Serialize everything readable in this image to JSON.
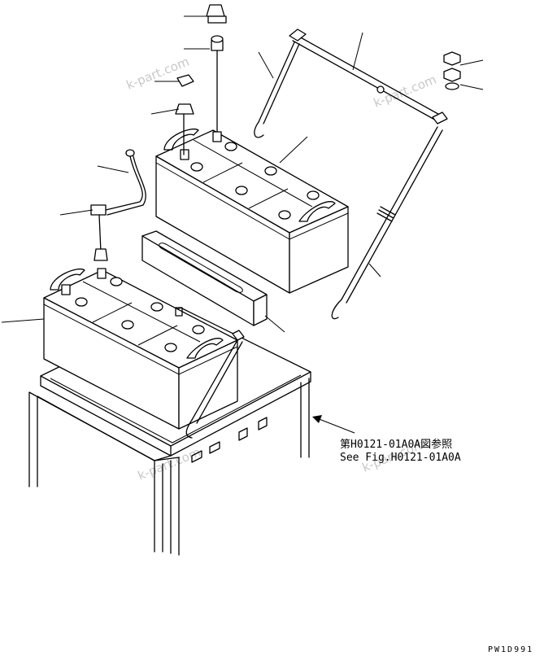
{
  "reference_note": {
    "line1": "第H0121-01A0A図参照",
    "line2": "See Fig.H0121-01A0A"
  },
  "drawing_code": "PW1D991",
  "watermark": "k-part.com",
  "colors": {
    "ink": "#000000",
    "background": "#ffffff",
    "watermark": "#c8c8c8"
  }
}
